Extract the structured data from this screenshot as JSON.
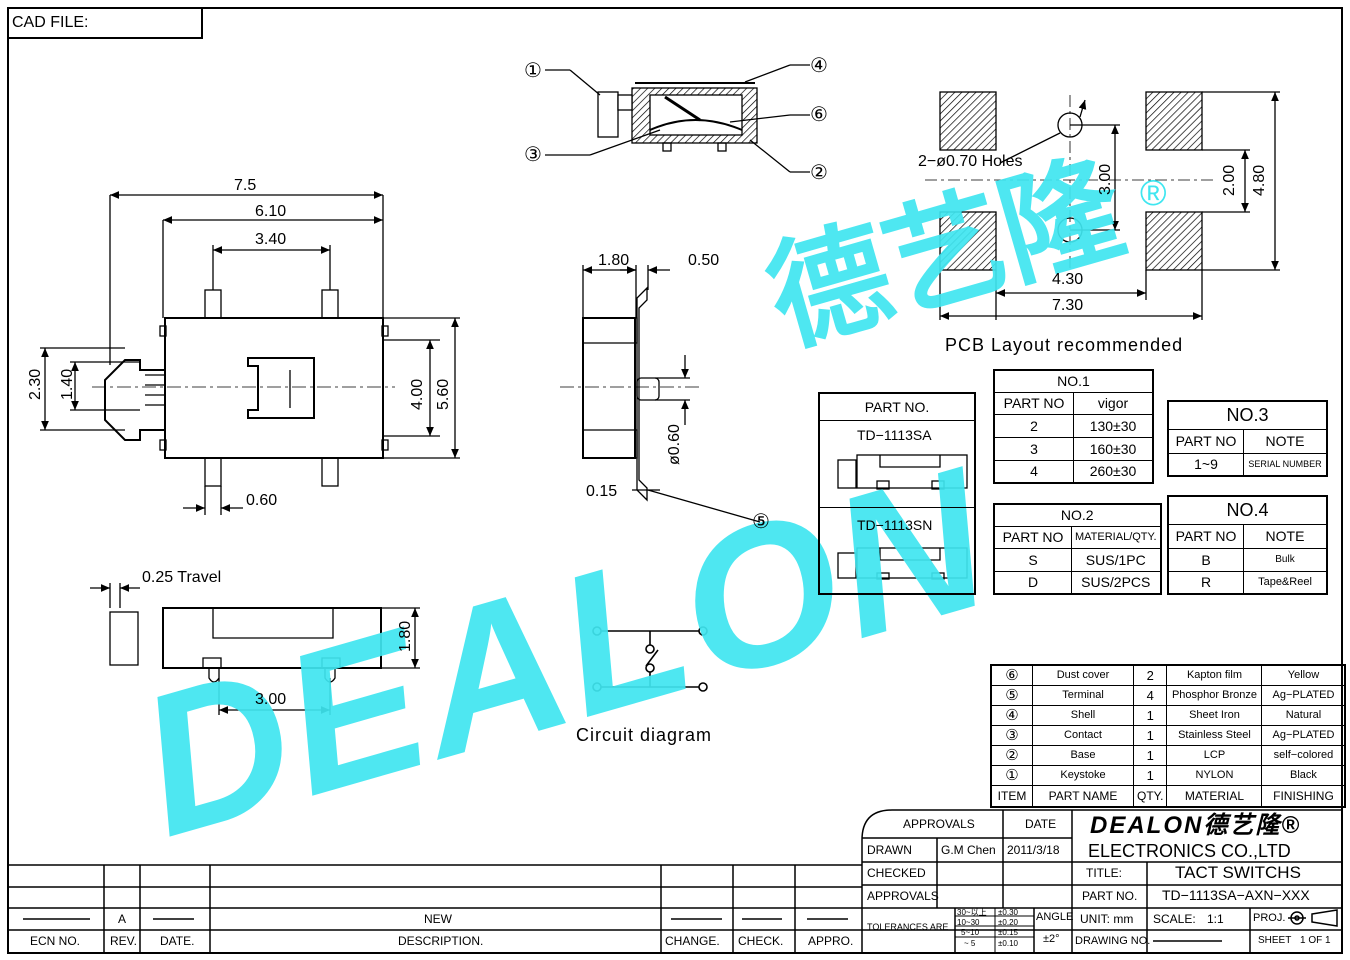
{
  "header": {
    "cad_file": "CAD FILE:"
  },
  "watermark": {
    "brand": "DEALON",
    "chinese": "德艺隆",
    "registered": "®",
    "color": "#3fe6f0"
  },
  "dims": {
    "top_7_5": "7.5",
    "top_6_10": "6.10",
    "top_3_40": "3.40",
    "left_2_30": "2.30",
    "left_1_40": "1.40",
    "right_4_00": "4.00",
    "right_5_60": "5.60",
    "bottom_0_60": "0.60",
    "side_1_80": "1.80",
    "side_0_50": "0.50",
    "side_phi_0_60": "ø0.60",
    "side_0_15": "0.15",
    "travel": "0.25 Travel",
    "low_1_80": "1.80",
    "low_3_00": "3.00"
  },
  "callouts": [
    "①",
    "②",
    "③",
    "④",
    "⑤",
    "⑥"
  ],
  "pcb": {
    "holes": "2−ø0.70 Holes",
    "d_3_00": "3.00",
    "d_2_00": "2.00",
    "d_4_80": "4.80",
    "d_4_30": "4.30",
    "d_7_30": "7.30",
    "caption": "PCB Layout recommended"
  },
  "circuit": {
    "caption": "Circuit diagram"
  },
  "part_no_box": {
    "header": "PART NO.",
    "sa": "TD−1113SA",
    "sn": "TD−1113SN"
  },
  "no1": {
    "title": "NO.1",
    "head": [
      "PART NO",
      "vigor"
    ],
    "rows": [
      [
        "2",
        "130±30"
      ],
      [
        "3",
        "160±30"
      ],
      [
        "4",
        "260±30"
      ]
    ]
  },
  "no2": {
    "title": "NO.2",
    "head": [
      "PART NO",
      "MATERIAL/QTY."
    ],
    "rows": [
      [
        "S",
        "SUS/1PC"
      ],
      [
        "D",
        "SUS/2PCS"
      ]
    ]
  },
  "no3": {
    "title": "NO.3",
    "head": [
      "PART NO",
      "NOTE"
    ],
    "rows": [
      [
        "1~9",
        "SERIAL NUMBER"
      ]
    ]
  },
  "no4": {
    "title": "NO.4",
    "head": [
      "PART NO",
      "NOTE"
    ],
    "rows": [
      [
        "B",
        "Bulk"
      ],
      [
        "R",
        "Tape&Reel"
      ]
    ]
  },
  "bom": {
    "rows": [
      [
        "⑥",
        "Dust cover",
        "2",
        "Kapton film",
        "Yellow"
      ],
      [
        "⑤",
        "Terminal",
        "4",
        "Phosphor Bronze",
        "Ag−PLATED"
      ],
      [
        "④",
        "Shell",
        "1",
        "Sheet Iron",
        "Natural"
      ],
      [
        "③",
        "Contact",
        "1",
        "Stainless Steel",
        "Ag−PLATED"
      ],
      [
        "②",
        "Base",
        "1",
        "LCP",
        "self−colored"
      ],
      [
        "①",
        "Keystoke",
        "1",
        "NYLON",
        "Black"
      ]
    ],
    "head": [
      "ITEM",
      "PART NAME",
      "QTY.",
      "MATERIAL",
      "FINISHING"
    ]
  },
  "title_block": {
    "approvals": "APPROVALS",
    "date": "DATE",
    "drawn": "DRAWN",
    "drawn_by": "G.M Chen",
    "drawn_date": "2011/3/18",
    "checked": "CHECKED",
    "approvals2": "APPROVALS",
    "company_logo": "DEALON德艺隆®",
    "company": "ELECTRONICS CO.,LTD",
    "title_label": "TITLE:",
    "title": "TACT SWITCHS",
    "part_label": "PART NO.",
    "part_no": "TD−1113SA−AXN−XXX",
    "tolerances": "TOLERANCES ARE",
    "tol_ranges": [
      "30~以上",
      "10~30",
      "5~10",
      "~ 5"
    ],
    "tol_values": [
      "±0.30",
      "±0.20",
      "±0.15",
      "±0.10"
    ],
    "angle": "ANGLE",
    "angle_val": "±2°",
    "unit": "UNIT: mm",
    "scale": "SCALE:",
    "scale_val": "1:1",
    "proj": "PROJ.",
    "drawing_no": "DRAWING NO.",
    "sheet": "SHEET",
    "sheet_of": "1 OF 1"
  },
  "revision": {
    "rev_value": "A",
    "new": "NEW",
    "labels": [
      "ECN NO.",
      "REV.",
      "DATE.",
      "DESCRIPTION.",
      "CHANGE.",
      "CHECK.",
      "APPRO."
    ]
  }
}
